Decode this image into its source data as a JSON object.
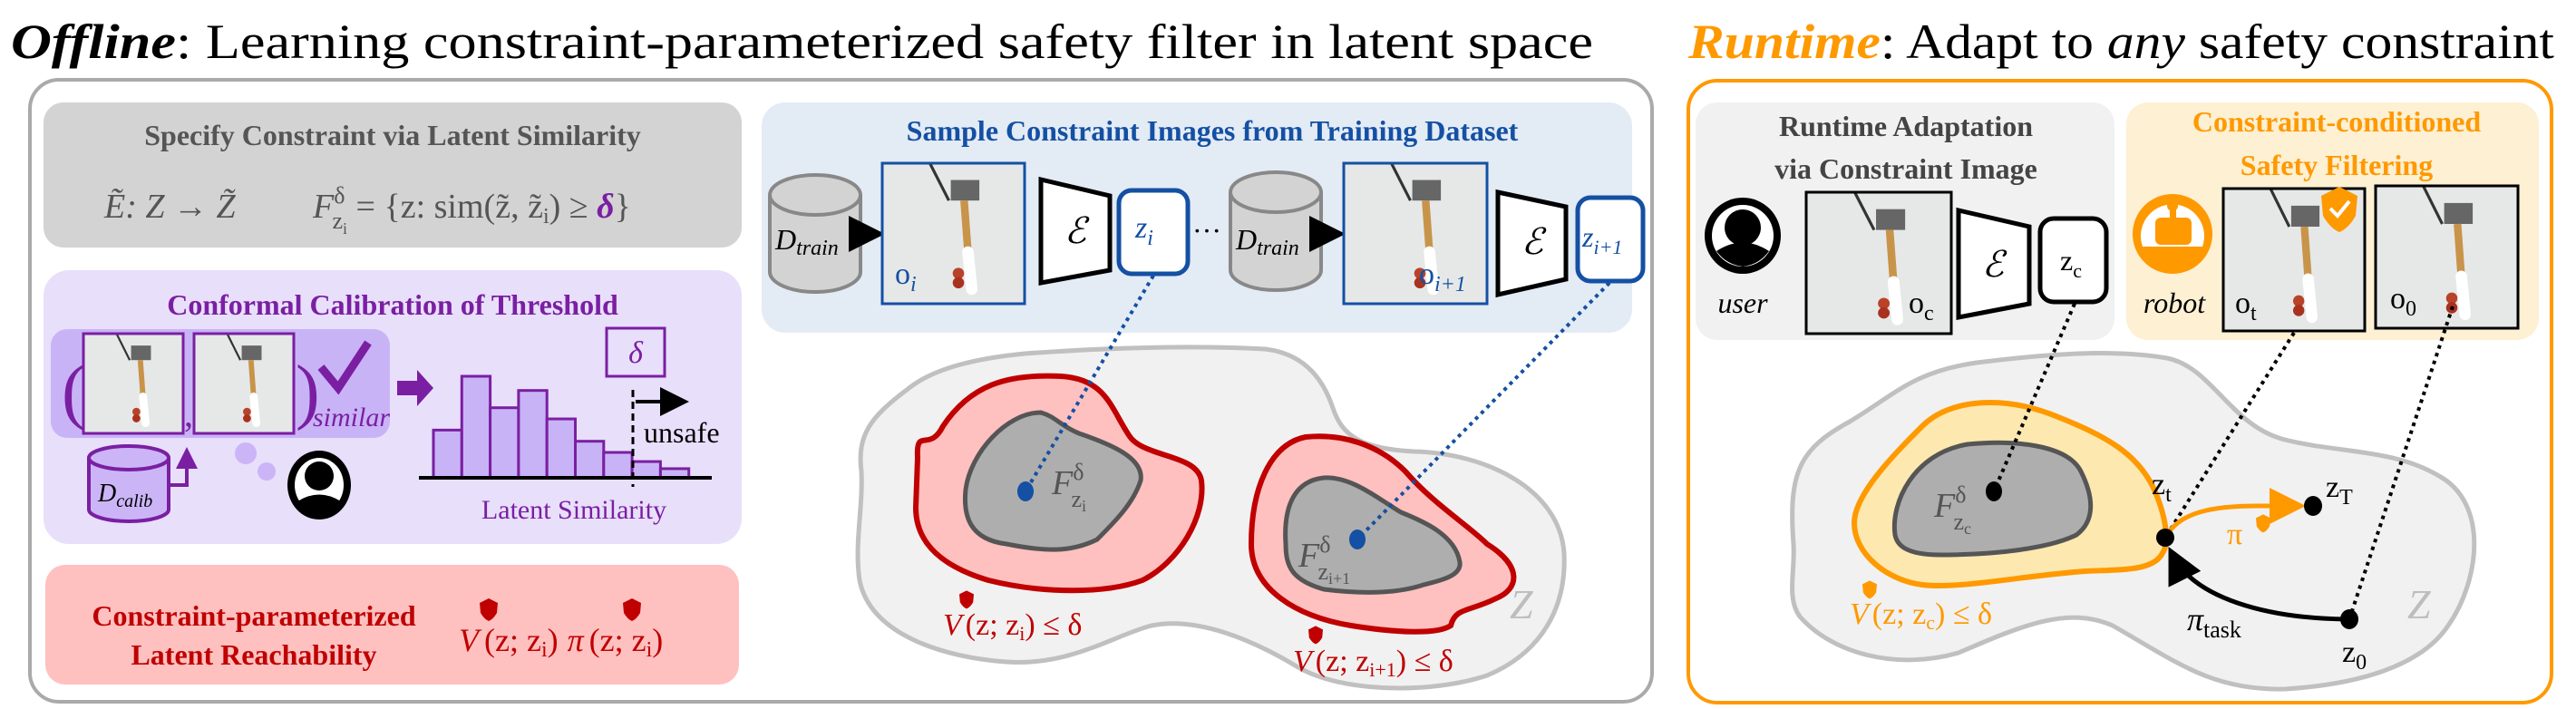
{
  "titles": {
    "offline_em": "Offline",
    "offline_rest": ": Learning constraint-parameterized safety filter in latent space",
    "runtime_em": "Runtime",
    "runtime_mid": ": Adapt to ",
    "runtime_any": "any",
    "runtime_rest": " safety constraint"
  },
  "specify": {
    "title": "Specify Constraint via Latent Similarity",
    "encoder_map": "Ẽ: Z → Z̃",
    "set_F": "F",
    "set_sup": "δ",
    "set_sub": "z",
    "set_subsub": "i",
    "set_body": " = {z: sim(z̃, z̃",
    "set_body_sub": "i",
    "set_body_end": ") ≥ ",
    "delta": "δ",
    "close": "}"
  },
  "calibration": {
    "title": "Conformal Calibration of Threshold",
    "similar": "similar",
    "dataset": "D",
    "dataset_sub": "calib",
    "threshold": "δ",
    "unsafe": "unsafe",
    "xlabel": "Latent Similarity",
    "histogram": [
      0.47,
      1.0,
      0.69,
      0.86,
      0.58,
      0.36,
      0.25,
      0.16,
      0.09
    ],
    "threshold_bin": 7
  },
  "reachability": {
    "line1": "Constraint-parameterized",
    "line2": "Latent Reachability",
    "value": "V",
    "policy": "π",
    "args": "(z; z",
    "args_sub": "i",
    "args_end": ")"
  },
  "sampling": {
    "title": "Sample Constraint Images from Training Dataset",
    "dataset": "D",
    "dataset_sub": "train",
    "encoder": "ℰ",
    "obs": "o",
    "obs1_sub": "i",
    "latent": "z",
    "latent1_sub": "i",
    "ellipsis": "···",
    "obs2_sub": "i+1",
    "latent2_sub": "i+1"
  },
  "offline_space": {
    "set_F": "F",
    "set_sup": "δ",
    "set_sub": "z",
    "sub1": "i",
    "sub2": "i+1",
    "value": "V",
    "label_open": "(z; z",
    "label_end": ") ≤ δ",
    "space": "Z"
  },
  "runtime": {
    "adapt_title_1": "Runtime Adaptation",
    "adapt_title_2": "via Constraint Image",
    "user": "user",
    "obs": "o",
    "obs_c_sub": "c",
    "encoder": "ℰ",
    "latent": "z",
    "latent_c_sub": "c",
    "filter_title_1": "Constraint-conditioned",
    "filter_title_2": "Safety Filtering",
    "robot": "robot",
    "obs_t_sub": "t",
    "obs_0_sub": "0",
    "set_F": "F",
    "set_sup": "δ",
    "set_sub": "z",
    "set_subsub": "c",
    "value": "V",
    "value_label": "(z; z",
    "value_label_sub": "c",
    "value_label_end": ") ≤ δ",
    "zt": "z",
    "zt_sub": "t",
    "zT_sub": "T",
    "z0_sub": "0",
    "policy": "π",
    "task_policy": "π",
    "task_sub": "task",
    "space": "Z"
  },
  "colors": {
    "offline_border": "#aaaaaa",
    "runtime_accent": "#ff9900",
    "purple": "#7a1fa2",
    "blue": "#1450a3",
    "red": "#c00000"
  }
}
